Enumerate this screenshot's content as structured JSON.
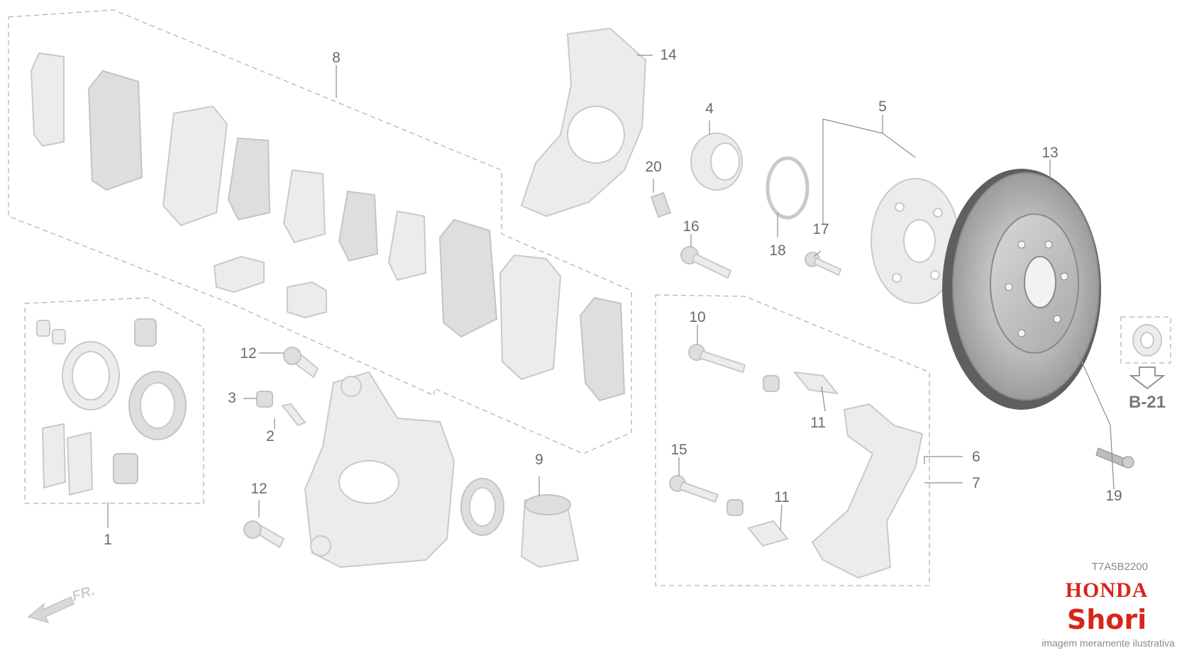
{
  "callouts": {
    "c1": "1",
    "c2": "2",
    "c3": "3",
    "c4": "4",
    "c5": "5",
    "c6": "6",
    "c7": "7",
    "c8": "8",
    "c9": "9",
    "c10": "10",
    "c11a": "11",
    "c11b": "11",
    "c12a": "12",
    "c12b": "12",
    "c13": "13",
    "c14": "14",
    "c15": "15",
    "c16": "16",
    "c17": "17",
    "c18": "18",
    "c19": "19",
    "c20": "20"
  },
  "reference": {
    "section_ref": "B-21",
    "direction": "FR.",
    "diagram_code": "T7A5B2200"
  },
  "branding": {
    "brand": "HONDA",
    "dealer": "Shori",
    "disclaimer": "imagem meramente ilustrativa"
  },
  "colors": {
    "brand_red": "#d6261c",
    "ghost_part": "#ececec",
    "highlight_part": "#9a9a9a"
  },
  "icons": {
    "direction": "arrow-left-icon",
    "section_link": "arrow-down-icon"
  }
}
